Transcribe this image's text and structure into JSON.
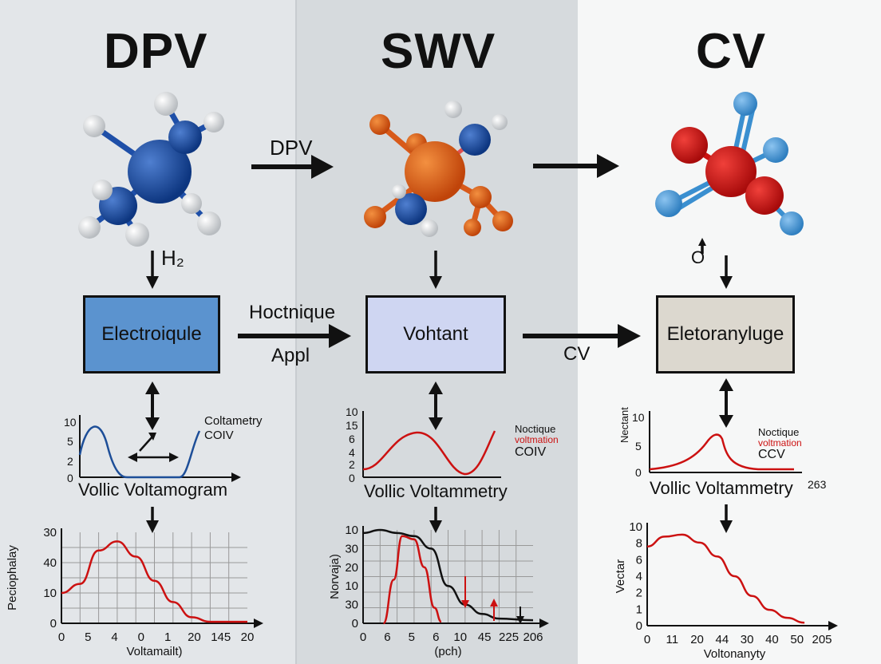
{
  "titles": {
    "dpv": "DPV",
    "swv": "SWV",
    "cv": "CV"
  },
  "arrow_labels": {
    "top_dpv": "DPV",
    "h2": "H₂",
    "o_label": "O",
    "hoctnique": "Hoctnique",
    "appl": "Appl",
    "cv_mid": "CV"
  },
  "boxes": {
    "left": "Electroiqule",
    "middle": "Vohtant",
    "right": "Eletoranyluge"
  },
  "small_charts": {
    "left": {
      "y_ticks": [
        "10",
        "5",
        "2",
        "0"
      ],
      "legend": [
        "Coltametry",
        "COIV"
      ],
      "caption": "Vollic Voltamogram"
    },
    "middle": {
      "y_ticks": [
        "10",
        "15",
        "6",
        "4",
        "2",
        "0"
      ],
      "legend": [
        "Noctique",
        "voltmation",
        "COIV"
      ],
      "caption": "Vollic Voltammetry"
    },
    "right": {
      "y_ticks": [
        "10",
        "5",
        "0"
      ],
      "ylabel": "Nectant",
      "legend": [
        "Noctique",
        "voltmation",
        "CCV"
      ],
      "caption": "Vollic Voltammetry",
      "extra": "263"
    }
  },
  "chart_data": [
    {
      "type": "line",
      "ylabel": "Peciophalay",
      "xlabel": "Voltamailt)",
      "x_ticks": [
        "0",
        "5",
        "4",
        "0",
        "1",
        "20",
        "145",
        "20"
      ],
      "y_ticks": [
        "30",
        "40",
        "10",
        "0"
      ],
      "series": [
        {
          "values": [
            [
              0,
              10
            ],
            [
              1,
              13
            ],
            [
              2,
              24
            ],
            [
              3,
              27
            ],
            [
              4,
              22
            ],
            [
              5,
              14
            ],
            [
              6,
              7
            ],
            [
              7,
              2
            ],
            [
              8,
              0.5
            ],
            [
              10,
              0.5
            ]
          ]
        }
      ],
      "grid": true
    },
    {
      "type": "line",
      "ylabel": "Norvaja)",
      "xlabel": "(pch)",
      "x_ticks": [
        "0",
        "6",
        "5",
        "6",
        "10",
        "45",
        "225",
        "206"
      ],
      "y_ticks": [
        "10",
        "30",
        "20",
        "10",
        "30",
        "0"
      ],
      "series": [
        {
          "color": "#111111",
          "values": [
            [
              0,
              29
            ],
            [
              1,
              30
            ],
            [
              2,
              29
            ],
            [
              3,
              28
            ],
            [
              4,
              24
            ],
            [
              5,
              12
            ],
            [
              6,
              6
            ],
            [
              7,
              3
            ],
            [
              8,
              1.5
            ],
            [
              10,
              1
            ]
          ]
        },
        {
          "color": "#cc1111",
          "values": [
            [
              1.2,
              0
            ],
            [
              1.8,
              14
            ],
            [
              2.3,
              28
            ],
            [
              3.0,
              27
            ],
            [
              3.6,
              18
            ],
            [
              4.2,
              5
            ],
            [
              4.6,
              0.5
            ]
          ]
        }
      ],
      "grid": true
    },
    {
      "type": "line",
      "ylabel": "Vectar",
      "xlabel": "Voltonanyty",
      "x_ticks": [
        "0",
        "11",
        "20",
        "44",
        "30",
        "40",
        "50",
        "205"
      ],
      "y_ticks": [
        "10",
        "8",
        "6",
        "4",
        "2",
        "1",
        "0"
      ],
      "series": [
        {
          "color": "#cc1111",
          "values": [
            [
              0,
              8
            ],
            [
              1,
              9
            ],
            [
              2,
              9.2
            ],
            [
              3,
              8.4
            ],
            [
              4,
              7
            ],
            [
              5,
              5
            ],
            [
              6,
              3
            ],
            [
              7,
              1.6
            ],
            [
              8,
              0.8
            ],
            [
              9,
              0.3
            ]
          ]
        }
      ],
      "grid": false
    }
  ],
  "colors": {
    "blue_box": "#5b93cf",
    "lavender_box": "#cfd6f2",
    "beige_box": "#dcd8cf",
    "red": "#cc1111"
  }
}
